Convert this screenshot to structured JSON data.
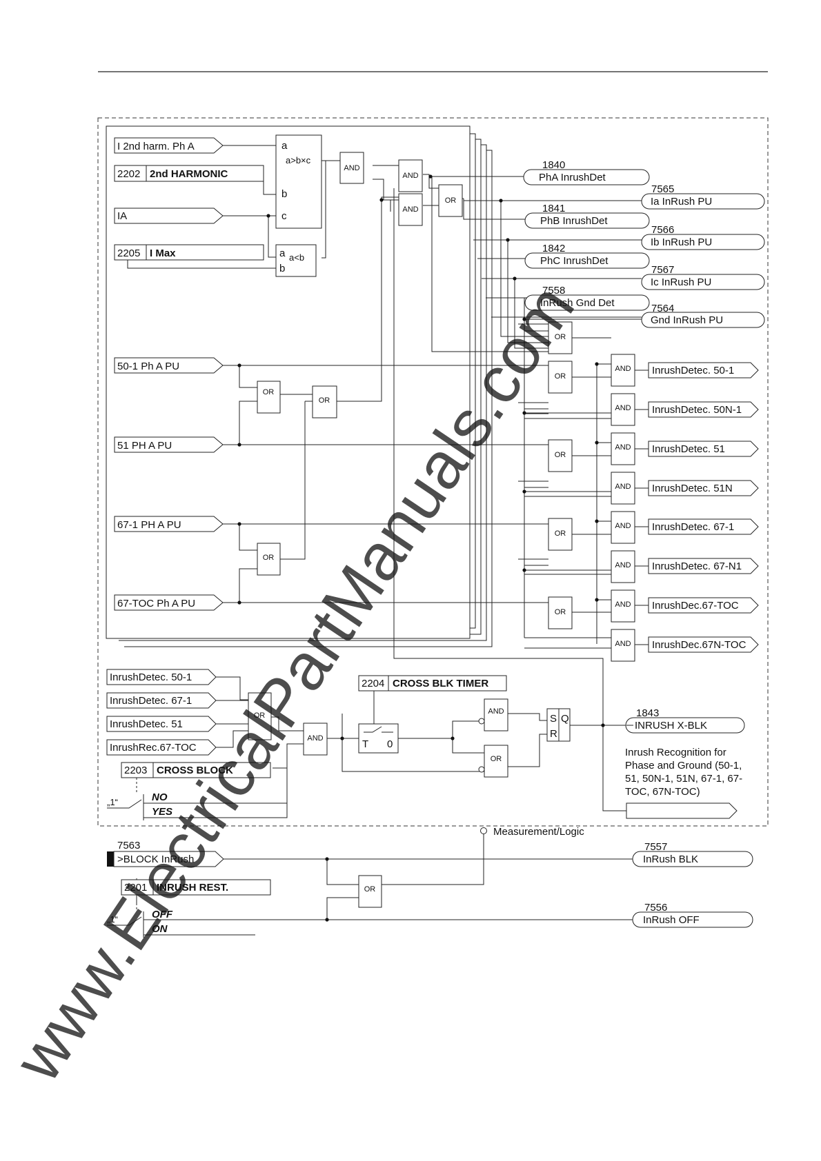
{
  "inputs": {
    "i2nd_harm": "I 2nd harm. Ph A",
    "ia": "IA",
    "p50_1": "50-1 Ph A PU",
    "p51": "51 PH A PU",
    "p67_1": "67-1 PH A PU",
    "p67_toc": "67-TOC Ph A PU",
    "cb_50_1": "InrushDetec. 50-1",
    "cb_67_1": "InrushDetec. 67-1",
    "cb_51": "InrushDetec. 51",
    "cb_67toc": "InrushRec.67-TOC",
    "block_no": "7563",
    "block_label": ">BLOCK InRush"
  },
  "params": {
    "p2202_no": "2202",
    "p2202_name": "2nd HARMONIC",
    "p2205_no": "2205",
    "p2205_name": "I Max",
    "p2204_no": "2204",
    "p2204_name": "CROSS BLK TIMER",
    "p2203_no": "2203",
    "p2203_name": "CROSS BLOCK",
    "p2201_no": "2201",
    "p2201_name": "INRUSH REST.",
    "sw_one": "„1“",
    "no": "NO",
    "yes": "YES",
    "off": "OFF",
    "on": "ON"
  },
  "comparators": {
    "cmp1_a": "a",
    "cmp1_expr": "a>b×c",
    "cmp1_b": "b",
    "cmp1_c": "c",
    "cmp2_a": "a",
    "cmp2_expr": "a<b",
    "cmp2_b": "b"
  },
  "gates": {
    "and": "AND",
    "or": "OR"
  },
  "timer": {
    "t": "T",
    "zero": "0"
  },
  "flipflop": {
    "s": "S",
    "q": "Q",
    "r": "R"
  },
  "outputs": {
    "o1840_no": "1840",
    "o1840": "PhA InrushDet",
    "o7565_no": "7565",
    "o7565": "Ia InRush PU",
    "o1841_no": "1841",
    "o1841": "PhB InrushDet",
    "o7566_no": "7566",
    "o7566": "Ib InRush PU",
    "o1842_no": "1842",
    "o1842": "PhC InrushDet",
    "o7567_no": "7567",
    "o7567": "Ic InRush PU",
    "o7558_no": "7558",
    "o7558": "InRush Gnd Det",
    "o7564_no": "7564",
    "o7564": "Gnd InRush PU",
    "d50_1": "InrushDetec. 50-1",
    "d50n_1": "InrushDetec. 50N-1",
    "d51": "InrushDetec. 51",
    "d51n": "InrushDetec. 51N",
    "d67_1": "InrushDetec. 67-1",
    "d67_n1": "InrushDetec. 67-N1",
    "d67toc": "InrushDec.67-TOC",
    "d67ntoc": "InrushDec.67N-TOC",
    "o1843_no": "1843",
    "o1843": "INRUSH X-BLK",
    "o7557_no": "7557",
    "o7557": "InRush BLK",
    "o7556_no": "7556",
    "o7556": "InRush OFF"
  },
  "note": {
    "l1": "Inrush Recognition for",
    "l2": "Phase and Ground (50-1,",
    "l3": "51, 50N-1, 51N, 67-1, 67-",
    "l4": "TOC, 67N-TOC)"
  },
  "boundary": {
    "label": "Measurement/Logic"
  },
  "watermark": {
    "text": "www.ElectricalPartManuals.com"
  }
}
